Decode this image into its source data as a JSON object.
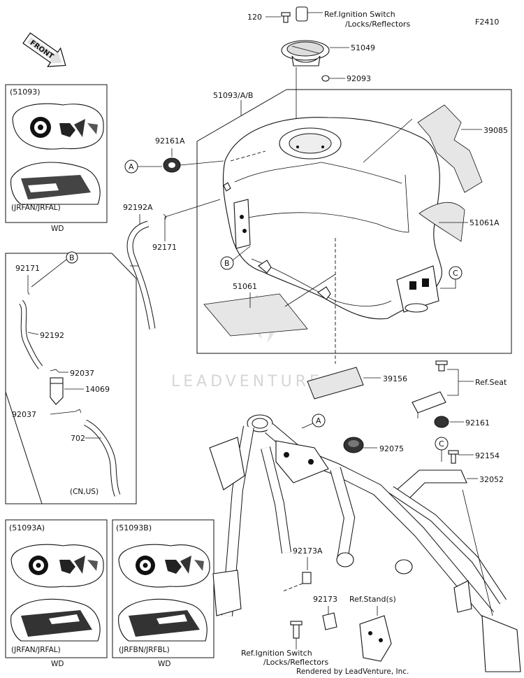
{
  "diagram_code": "F2410",
  "watermark": "LEADVENTURE",
  "footer": "Rendered by LeadVenture, Inc.",
  "front_label": "FRONT",
  "callouts": {
    "a": "A",
    "b": "B",
    "c": "C"
  },
  "parts": {
    "p120": "120",
    "p51049": "51049",
    "p92093": "92093",
    "p51093ab": "51093/A/B",
    "p39085": "39085",
    "p92161a": "92161A",
    "p92192a": "92192A",
    "p92171": "92171",
    "p51061a": "51061A",
    "p51061": "51061",
    "p39156": "39156",
    "p92161": "92161",
    "p92075": "92075",
    "p92154": "92154",
    "p32052": "32052",
    "p92173a": "92173A",
    "p92173": "92173",
    "cn92171": "92171",
    "cn92192": "92192",
    "cn92037a": "92037",
    "cn14069": "14069",
    "cn92037b": "92037",
    "cn702": "702"
  },
  "refs": {
    "ignition_top_1": "Ref.Ignition Switch",
    "ignition_top_2": "/Locks/Reflectors",
    "seat": "Ref.Seat",
    "stand": "Ref.Stand(s)",
    "ignition_bot_1": "Ref.Ignition Switch",
    "ignition_bot_2": "/Locks/Reflectors"
  },
  "insets": {
    "top": {
      "title": "(51093)",
      "variant": "(JRFAN/JRFAL)",
      "sub": "WD"
    },
    "region": {
      "label": "(CN,US)"
    },
    "bl": {
      "title": "(51093A)",
      "variant": "(JRFAN/JRFAL)",
      "sub": "WD"
    },
    "br": {
      "title": "(51093B)",
      "variant": "(JRFBN/JRFBL)",
      "sub": "WD"
    }
  }
}
